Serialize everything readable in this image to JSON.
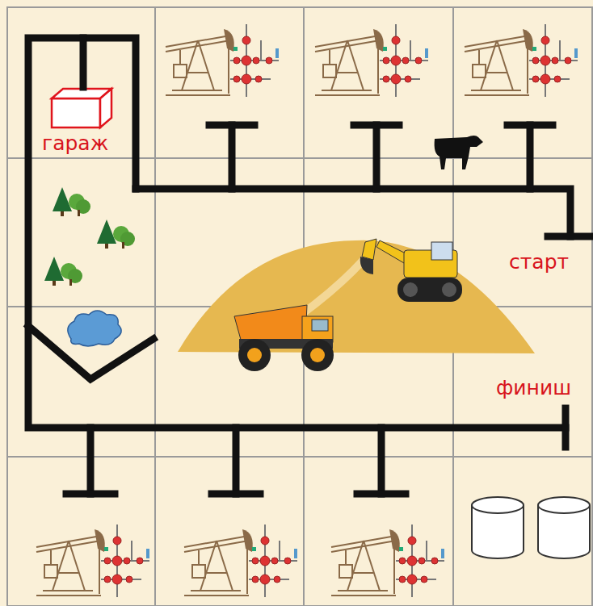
{
  "diagram": {
    "labels": [
      "гараж",
      "старт",
      "финиш"
    ]
  }
}
